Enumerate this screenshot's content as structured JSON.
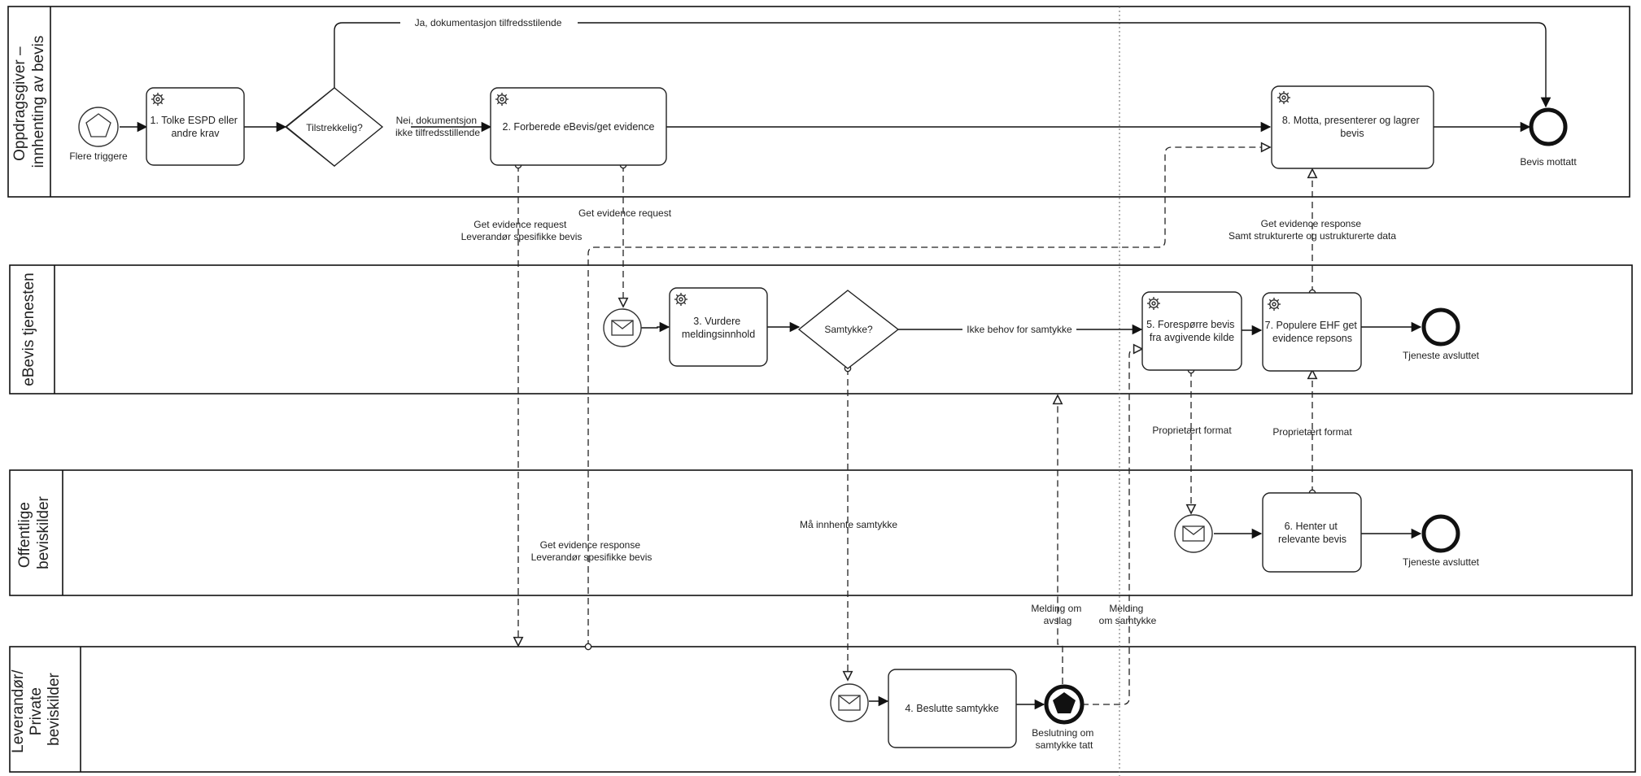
{
  "lanes": {
    "oppdragsgiver": "Oppdragsgiver – innhenting av bevis",
    "ebevis": "eBevis tjenesten",
    "offentlige": "Offentlige beviskilder",
    "leverandor": "Leverandør/ Private beviskilder"
  },
  "tasks": {
    "t1": [
      "1. Tolke ESPD eller",
      "andre krav"
    ],
    "t2": [
      "2. Forberede eBevis/get evidence"
    ],
    "t3": [
      "3. Vurdere",
      "meldingsinnhold"
    ],
    "t4": [
      "4. Beslutte samtykke"
    ],
    "t5": [
      "5. Forespørre bevis",
      "fra avgivende kilde"
    ],
    "t6": [
      "6. Henter ut",
      "relevante bevis"
    ],
    "t7": [
      "7. Populere EHF get",
      "evidence repsons"
    ],
    "t8": [
      "8. Motta, presenterer og lagrer",
      "bevis"
    ]
  },
  "gateways": {
    "g1": "Tilstrekkelig?",
    "g2": "Samtykke?"
  },
  "events": {
    "start": "Flere triggere",
    "end_main": "Bevis mottatt",
    "end_ebevis": "Tjeneste avsluttet",
    "end_offentlige": "Tjeneste avsluttet",
    "decision": [
      "Beslutning om",
      "samtykke tatt"
    ]
  },
  "labels": {
    "ja": "Ja, dokumentasjon tilfredsstilende",
    "nei": [
      "Nei, dokumentsjon",
      "ikke tilfredsstillende"
    ],
    "get_req_lev": [
      "Get evidence request",
      "Leverandør spesifikke bevis"
    ],
    "get_req": "Get evidence request",
    "get_resp_struct": [
      "Get evidence response",
      "Samt strukturerte og ustrukturerte data"
    ],
    "ikke_behov": "Ikke behov for samtykke",
    "prop1": "Proprietært format",
    "prop2": "Proprietært format",
    "ma_innhente": "Må innhente samtykke",
    "get_resp_lev": [
      "Get evidence response",
      "Leverandør spesifikke bevis"
    ],
    "melding_avslag": [
      "Melding om",
      "avslag"
    ],
    "melding_samtykke": [
      "Melding",
      "om samtykke"
    ]
  }
}
